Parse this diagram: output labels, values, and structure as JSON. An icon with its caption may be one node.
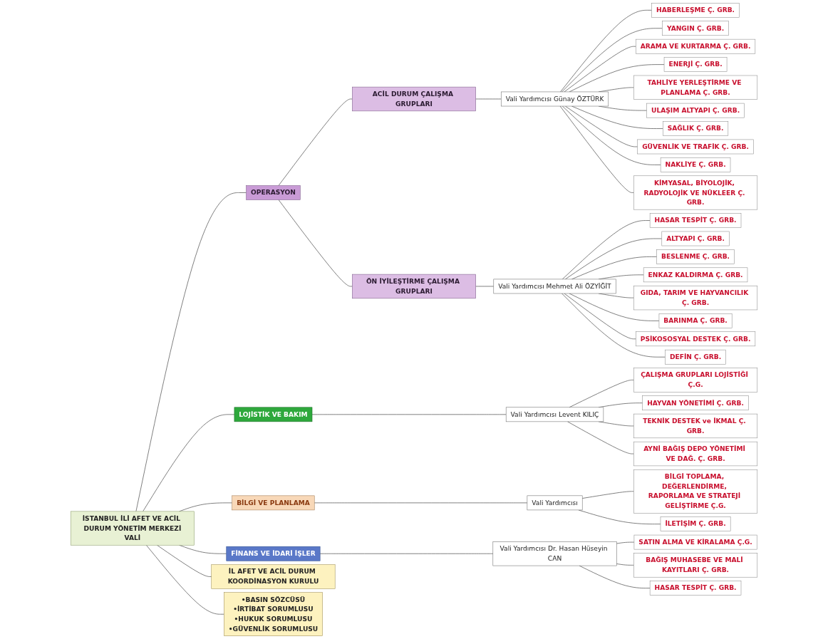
{
  "diagram": {
    "nodes": [
      {
        "text": [
          "İSTANBUL İLİ AFET VE ACİL DURUM YÖNETİM MERKEZİ",
          "VALİ"
        ]
      },
      {
        "text": [
          "İL AFET VE ACİL DURUM KOORDİNASYON KURULU"
        ]
      },
      {
        "text": [
          "•BASIN SÖZCÜSÜ",
          "•İRTİBAT SORUMLUSU",
          "•HUKUK SORUMLUSU",
          "•GÜVENLİK SORUMLUSU"
        ]
      },
      {
        "text": [
          "OPERASYON"
        ]
      },
      {
        "text": [
          "LOJİSTİK VE BAKIM"
        ]
      },
      {
        "text": [
          "BİLGİ VE PLANLAMA"
        ]
      },
      {
        "text": [
          "FİNANS VE İDARİ İŞLER"
        ]
      },
      {
        "text": [
          "ACİL DURUM ÇALIŞMA GRUPLARI"
        ]
      },
      {
        "text": [
          "ÖN İYİLEŞTİRME ÇALIŞMA GRUPLARI"
        ]
      },
      {
        "text": [
          "Vali Yardımcısı Günay ÖZTÜRK"
        ]
      },
      {
        "text": [
          "Vali Yardımcısı Mehmet Ali ÖZYİĞİT"
        ]
      },
      {
        "text": [
          "Vali Yardımcısı Levent KILIÇ"
        ]
      },
      {
        "text": [
          "Vali Yardımcısı"
        ]
      },
      {
        "text": [
          "Vali Yardımcısı Dr. Hasan Hüseyin CAN"
        ]
      },
      {
        "text": [
          "HABERLEŞME Ç. GRB."
        ]
      },
      {
        "text": [
          "YANGIN Ç. GRB."
        ]
      },
      {
        "text": [
          "ARAMA VE KURTARMA Ç. GRB."
        ]
      },
      {
        "text": [
          "ENERJİ Ç. GRB."
        ]
      },
      {
        "text": [
          "TAHLİYE YERLEŞTİRME VE PLANLAMA Ç. GRB."
        ]
      },
      {
        "text": [
          "ULAŞIM ALTYAPI Ç. GRB."
        ]
      },
      {
        "text": [
          "SAĞLIK Ç. GRB."
        ]
      },
      {
        "text": [
          "GÜVENLİK VE TRAFİK Ç. GRB."
        ]
      },
      {
        "text": [
          "NAKLİYE Ç. GRB."
        ]
      },
      {
        "text": [
          "KİMYASAL, BİYOLOJİK, RADYOLOJİK VE NÜKLEER Ç. GRB."
        ]
      },
      {
        "text": [
          "HASAR TESPİT Ç. GRB."
        ]
      },
      {
        "text": [
          "ALTYAPI Ç. GRB."
        ]
      },
      {
        "text": [
          "BESLENME Ç. GRB."
        ]
      },
      {
        "text": [
          "ENKAZ KALDIRMA Ç. GRB."
        ]
      },
      {
        "text": [
          "GIDA, TARIM VE HAYVANCILIK Ç. GRB."
        ]
      },
      {
        "text": [
          "BARINMA Ç. GRB."
        ]
      },
      {
        "text": [
          "PSİKOSOSYAL DESTEK Ç. GRB."
        ]
      },
      {
        "text": [
          "DEFİN Ç. GRB."
        ]
      },
      {
        "text": [
          "ÇALIŞMA GRUPLARI LOJİSTİĞİ Ç.G."
        ]
      },
      {
        "text": [
          "HAYVAN YÖNETİMİ Ç. GRB."
        ]
      },
      {
        "text": [
          "TEKNİK DESTEK ve İKMAL Ç. GRB."
        ]
      },
      {
        "text": [
          "AYNİ BAĞIŞ DEPO YÖNETİMİ VE DAĞ. Ç. GRB."
        ]
      },
      {
        "text": [
          "BİLGİ TOPLAMA, DEĞERLENDİRME, RAPORLAMA VE STRATEJİ GELİŞTİRME Ç.G."
        ]
      },
      {
        "text": [
          "İLETİŞİM Ç. GRB."
        ]
      },
      {
        "text": [
          "SATIN ALMA VE KİRALAMA Ç.G."
        ]
      },
      {
        "text": [
          "BAĞIŞ MUHASEBE VE MALİ KAYITLARI Ç. GRB."
        ]
      },
      {
        "text": [
          "HASAR TESPİT Ç. GRB."
        ]
      }
    ],
    "edges": [
      {
        "from": 0,
        "to": 1,
        "arrow": "none"
      },
      {
        "from": 0,
        "to": 2,
        "arrow": "none"
      },
      {
        "from": 0,
        "to": 3,
        "arrow": "none"
      },
      {
        "from": 0,
        "to": 4,
        "arrow": "none"
      },
      {
        "from": 0,
        "to": 5,
        "arrow": "none"
      },
      {
        "from": 0,
        "to": 6,
        "arrow": "none"
      },
      {
        "from": 3,
        "to": 7,
        "arrow": "none"
      },
      {
        "from": 3,
        "to": 8,
        "arrow": "none"
      },
      {
        "from": 7,
        "to": 9,
        "arrow": "none"
      },
      {
        "from": 8,
        "to": 10,
        "arrow": "none"
      },
      {
        "from": 4,
        "to": 11,
        "arrow": "none"
      },
      {
        "from": 5,
        "to": 12,
        "arrow": "none"
      },
      {
        "from": 6,
        "to": 13,
        "arrow": "none"
      },
      {
        "from": 9,
        "to": 14,
        "arrow": "none"
      },
      {
        "from": 9,
        "to": 15,
        "arrow": "none"
      },
      {
        "from": 9,
        "to": 16,
        "arrow": "none"
      },
      {
        "from": 9,
        "to": 17,
        "arrow": "none"
      },
      {
        "from": 9,
        "to": 18,
        "arrow": "none"
      },
      {
        "from": 9,
        "to": 19,
        "arrow": "none"
      },
      {
        "from": 9,
        "to": 20,
        "arrow": "none"
      },
      {
        "from": 9,
        "to": 21,
        "arrow": "none"
      },
      {
        "from": 9,
        "to": 22,
        "arrow": "none"
      },
      {
        "from": 9,
        "to": 23,
        "arrow": "none"
      },
      {
        "from": 10,
        "to": 24,
        "arrow": "none"
      },
      {
        "from": 10,
        "to": 25,
        "arrow": "none"
      },
      {
        "from": 10,
        "to": 26,
        "arrow": "none"
      },
      {
        "from": 10,
        "to": 27,
        "arrow": "none"
      },
      {
        "from": 10,
        "to": 28,
        "arrow": "none"
      },
      {
        "from": 10,
        "to": 29,
        "arrow": "none"
      },
      {
        "from": 10,
        "to": 30,
        "arrow": "none"
      },
      {
        "from": 10,
        "to": 31,
        "arrow": "none"
      },
      {
        "from": 11,
        "to": 32,
        "arrow": "none"
      },
      {
        "from": 11,
        "to": 33,
        "arrow": "none"
      },
      {
        "from": 11,
        "to": 34,
        "arrow": "none"
      },
      {
        "from": 11,
        "to": 35,
        "arrow": "none"
      },
      {
        "from": 12,
        "to": 36,
        "arrow": "none"
      },
      {
        "from": 12,
        "to": 37,
        "arrow": "none"
      },
      {
        "from": 13,
        "to": 38,
        "arrow": "none"
      },
      {
        "from": 13,
        "to": 39,
        "arrow": "none"
      },
      {
        "from": 13,
        "to": 40,
        "arrow": "none"
      }
    ]
  }
}
